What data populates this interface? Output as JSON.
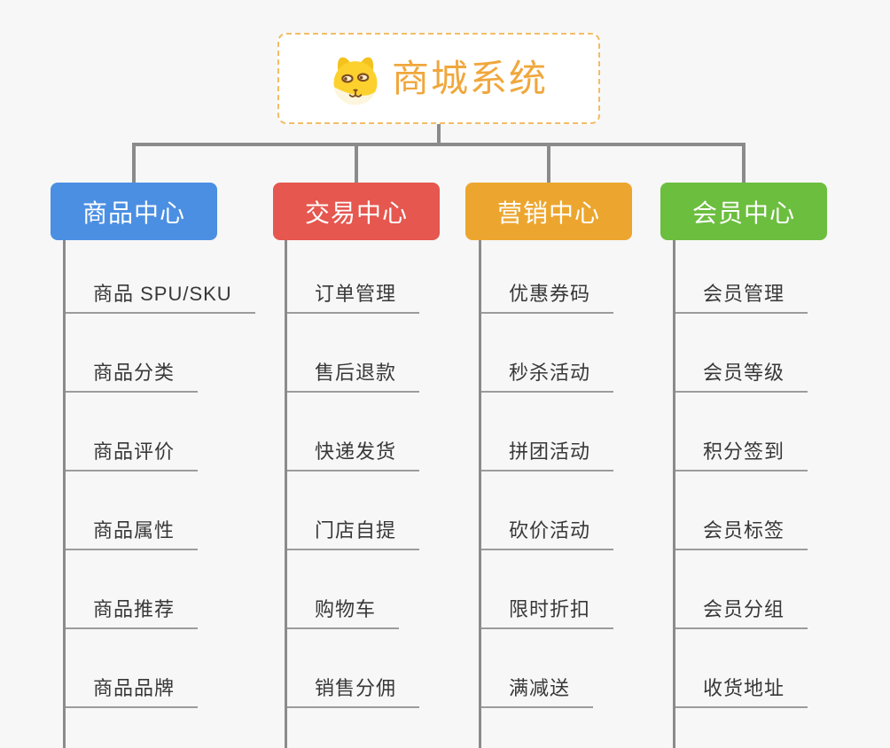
{
  "root": {
    "title": "商城系统",
    "icon": "shiba-dog-icon"
  },
  "branches": [
    {
      "label": "商品中心",
      "color": "#4b8fe2",
      "children": [
        "商品 SPU/SKU",
        "商品分类",
        "商品评价",
        "商品属性",
        "商品推荐",
        "商品品牌"
      ]
    },
    {
      "label": "交易中心",
      "color": "#e5574f",
      "children": [
        "订单管理",
        "售后退款",
        "快递发货",
        "门店自提",
        "购物车",
        "销售分佣"
      ]
    },
    {
      "label": "营销中心",
      "color": "#eca62f",
      "children": [
        "优惠券码",
        "秒杀活动",
        "拼团活动",
        "砍价活动",
        "限时折扣",
        "满减送"
      ]
    },
    {
      "label": "会员中心",
      "color": "#6cbe3f",
      "children": [
        "会员管理",
        "会员等级",
        "积分签到",
        "会员标签",
        "会员分组",
        "收货地址"
      ]
    }
  ],
  "colors": {
    "background": "#f7f7f7",
    "connector_line": "#8b8b8b",
    "subtopic_underline": "#9c9c9c",
    "subtopic_text": "#383838",
    "root_text": "#f0a73c",
    "root_border": "#f2bd66",
    "branch_text": "#ffffff"
  }
}
